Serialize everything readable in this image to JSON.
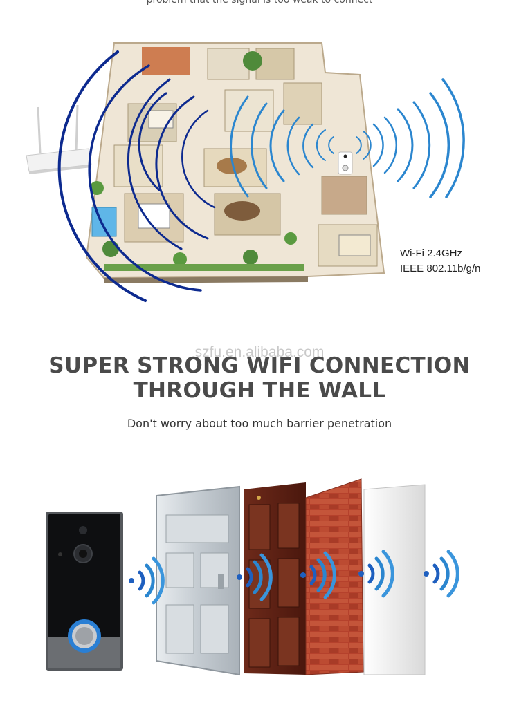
{
  "top_caption": "problem that the signal is too weak to connect",
  "wifi_spec": {
    "line1": "Wi-Fi 2.4GHz",
    "line2": "IEEE 802.11b/g/n"
  },
  "watermark": "szfu.en.alibaba.com",
  "headline": {
    "line1": "SUPER STRONG WIFI CONNECTION",
    "line2": "THROUGH THE WALL"
  },
  "subline": "Don't worry about too much barrier penetration",
  "colors": {
    "signal_blue": "#1a64b4",
    "signal_dark": "#0d2a8f",
    "signal_light": "#3a8ad8",
    "headline": "#4a4a4a"
  }
}
